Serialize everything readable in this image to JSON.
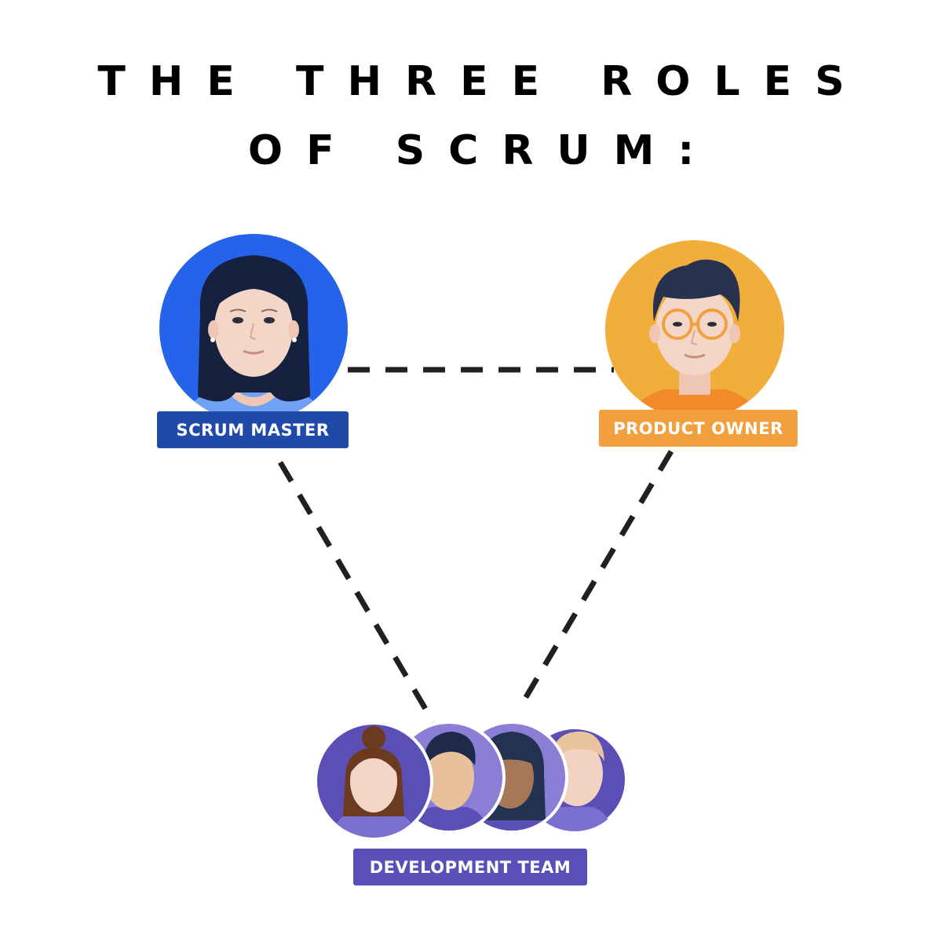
{
  "title": {
    "line1": "THE THREE ROLES",
    "line2": "OF SCRUM:"
  },
  "roles": {
    "scrum_master": {
      "label": "SCRUM MASTER",
      "color": "#2563eb"
    },
    "product_owner": {
      "label": "PRODUCT OWNER",
      "color": "#f2ae3a"
    },
    "development_team": {
      "label": "DEVELOPMENT TEAM",
      "color": "#5b4fb5"
    }
  },
  "connectors": {
    "style": "dashed",
    "color": "#231f20"
  }
}
